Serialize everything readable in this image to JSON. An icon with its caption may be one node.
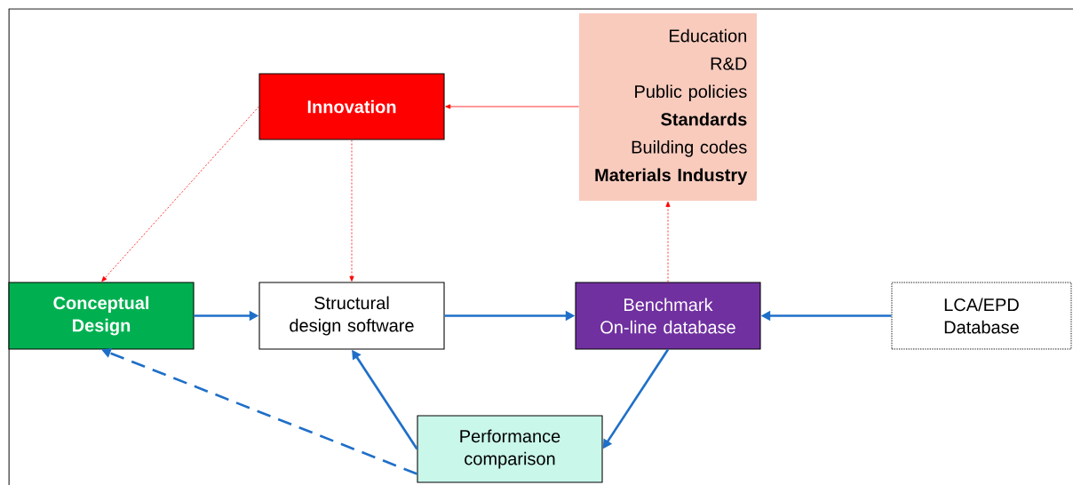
{
  "diagram": {
    "nodes": [
      {
        "text": [
          "Education",
          "R&D",
          "Public policies",
          "**Standards**",
          "Building codes",
          "**Materials Industry**"
        ]
      },
      {
        "text": [
          "Innovation"
        ]
      },
      {
        "text": [
          "Conceptual Design"
        ]
      },
      {
        "text": [
          "Structural design software"
        ]
      },
      {
        "text": [
          "Benchmark On-line database"
        ]
      },
      {
        "text": [
          "LCA/EPD Database"
        ]
      },
      {
        "text": [
          "Performance comparison"
        ]
      }
    ],
    "edges": [
      {
        "from": 0,
        "to": 1,
        "arrow": "to",
        "color": "#ff0000"
      },
      {
        "from": 1,
        "to": 2,
        "arrow": "to",
        "style": "dashed",
        "color": "#ff0000"
      },
      {
        "from": 1,
        "to": 3,
        "arrow": "to",
        "style": "dashed",
        "color": "#ff0000"
      },
      {
        "from": 4,
        "to": 0,
        "arrow": "to",
        "style": "dashed",
        "color": "#ff0000"
      },
      {
        "from": 2,
        "to": 3,
        "arrow": "to"
      },
      {
        "from": 3,
        "to": 4,
        "arrow": "to"
      },
      {
        "from": 5,
        "to": 4,
        "arrow": "to"
      },
      {
        "from": 4,
        "to": 6,
        "arrow": "to"
      },
      {
        "from": 6,
        "to": 3,
        "arrow": "to"
      },
      {
        "from": 6,
        "to": 2,
        "arrow": "to",
        "style": "dashed"
      }
    ]
  }
}
